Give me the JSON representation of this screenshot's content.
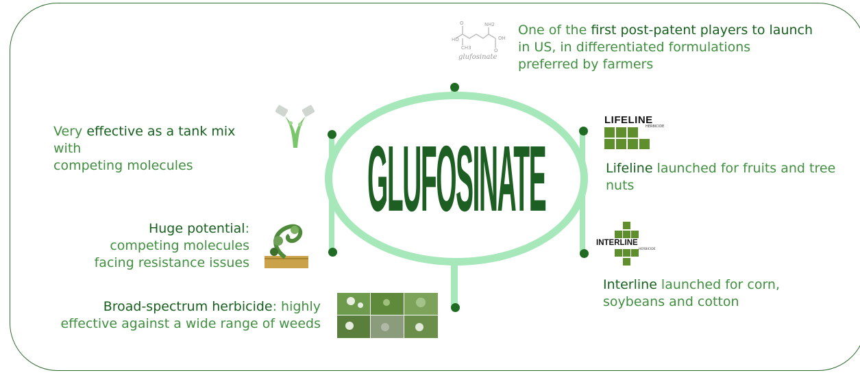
{
  "center": {
    "title": "GLUFOSINATE"
  },
  "nodes": {
    "top": {
      "line1_a": "One of the ",
      "line1_b": "first post-patent players to launch",
      "line2": "in US, in differentiated formulations",
      "line3": "preferred by farmers"
    },
    "tank_mix": {
      "line1_a": "Very ",
      "line1_b": "effective as a tank mix",
      "line1_c": " with",
      "line2": "competing molecules"
    },
    "potential": {
      "line1_a": "Huge potential",
      "line1_b": ":",
      "line2": "competing molecules",
      "line3": "facing resistance issues"
    },
    "broad": {
      "line1_a": "Broad-spectrum herbicide",
      "line1_b": ": highly",
      "line2": "effective against a wide range of weeds"
    },
    "lifeline": {
      "line1_a": "Lifeline",
      "line1_b": " launched for fruits and tree",
      "line2": "nuts"
    },
    "interline": {
      "line1_a": "Interline",
      "line1_b": " launched for corn,",
      "line2": "soybeans and cotton"
    }
  },
  "logos": {
    "molecule_caption": "glufosinate",
    "lifeline_wordmark": "LIFELINE",
    "lifeline_sub": "HERBICIDE",
    "interline_wordmark": "INTERLINE",
    "interline_sub": "HERBICIDE"
  },
  "icons": {
    "molecule": "chemical-structure-icon",
    "tank_mix": "pouring-containers-icon",
    "potential": "weed-growth-icon",
    "broad": "weed-grid-photo-icon"
  },
  "colors": {
    "accent": "#a6e8b9",
    "dark_green": "#1d5e22",
    "text_green": "#3f8f3f",
    "border": "#2e6b2e"
  }
}
